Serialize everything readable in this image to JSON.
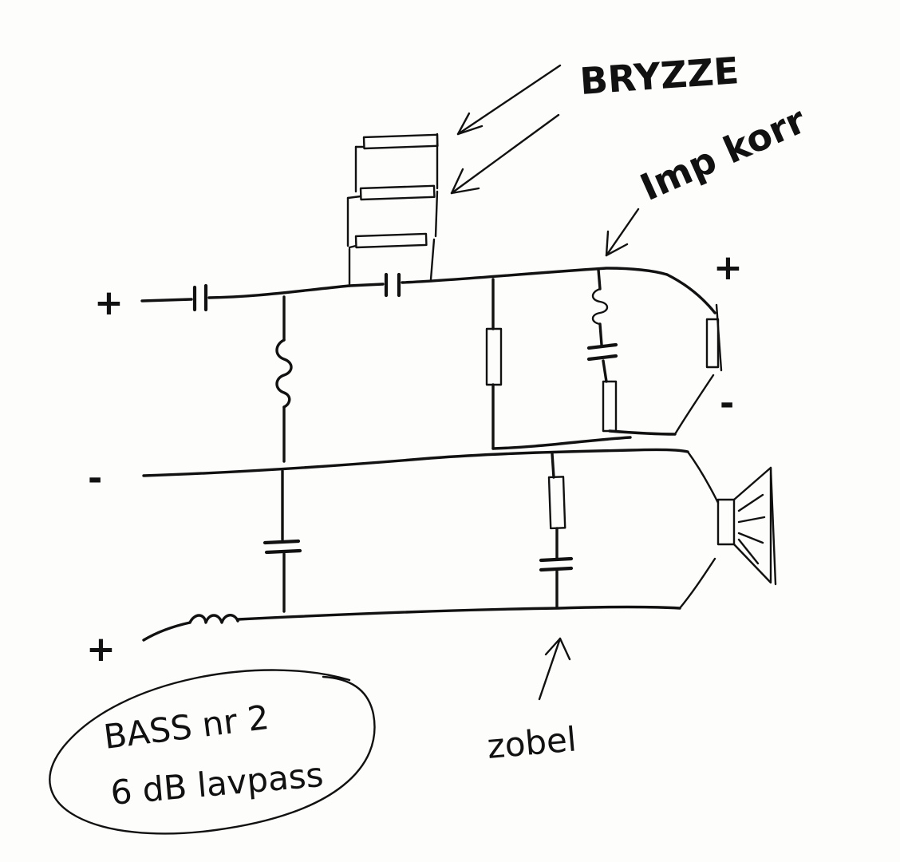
{
  "labels": {
    "bryzze": "BRYZZE",
    "imp_korr": "Imp korr",
    "zobel": "zobel",
    "note_line1": "BASS nr 2",
    "note_line2": "6 dB lavpass"
  },
  "terminals": {
    "tweeter_input_plus": "+",
    "bass_input_minus": "-",
    "bass_input_plus": "+",
    "tweeter_plus": "+",
    "tweeter_minus": "-"
  },
  "colors": {
    "ink": "#111111",
    "paper": "#fdfdfb"
  }
}
